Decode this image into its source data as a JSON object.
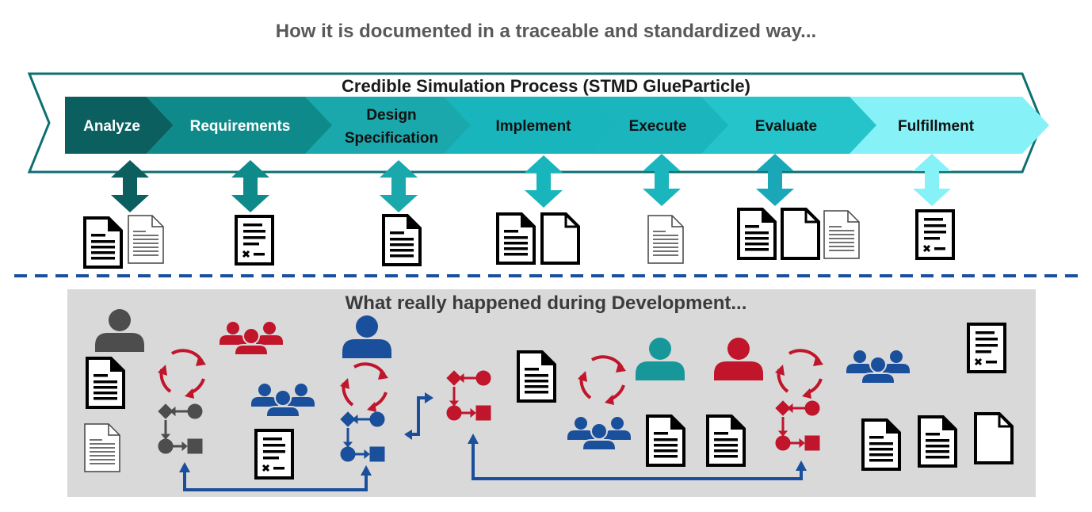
{
  "header": {
    "title": "How it is documented in a traceable and standardized way..."
  },
  "process": {
    "title": "Credible Simulation Process (STMD GlueParticle)",
    "steps": [
      {
        "label": [
          "Analyze"
        ],
        "color": "#0b5f5f",
        "text_color": "#ffffff"
      },
      {
        "label": [
          "Requirements"
        ],
        "color": "#0f8a8a",
        "text_color": "#ffffff"
      },
      {
        "label": [
          "Design",
          "Specification"
        ],
        "color": "#1aa8ad",
        "text_color": "#111111"
      },
      {
        "label": [
          "Implement"
        ],
        "color": "#19b5bd",
        "text_color": "#111111"
      },
      {
        "label": [
          "Execute"
        ],
        "color": "#1ab5bd",
        "text_color": "#111111"
      },
      {
        "label": [
          "Evaluate"
        ],
        "color": "#25c4ca",
        "text_color": "#111111"
      },
      {
        "label": [
          "Fulfillment"
        ],
        "color": "#86f2f8",
        "text_color": "#111111"
      }
    ]
  },
  "development": {
    "title": "What really happened during Development..."
  },
  "colors": {
    "gray": "#4d4d4d",
    "red": "#c0152a",
    "blue": "#1a4f9c",
    "teal": "#18979b",
    "panel": "#d9d9d9",
    "divider": "#1a4f9c"
  },
  "icons": [
    "document-icon",
    "document-outline-icon",
    "document-light-icon",
    "test-report-icon",
    "person-icon",
    "group-icon",
    "cycle-icon",
    "workflow-icon",
    "double-arrow-icon"
  ]
}
